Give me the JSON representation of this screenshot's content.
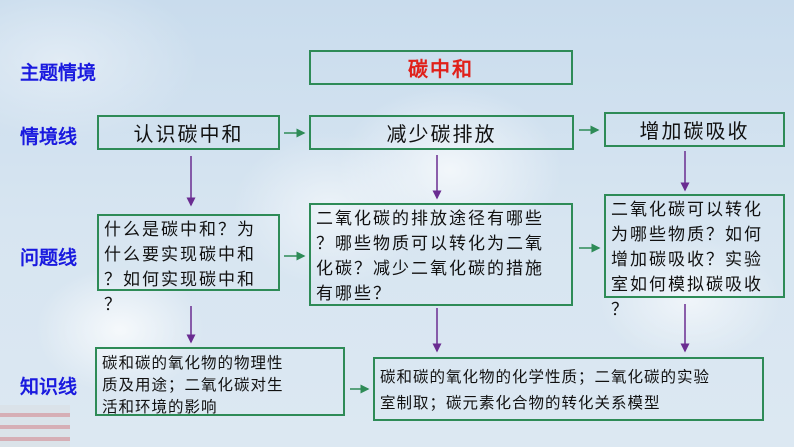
{
  "row_labels": {
    "theme": "主题情境",
    "situation": "情境线",
    "question": "问题线",
    "knowledge": "知识线"
  },
  "theme_box": {
    "text": "碳中和",
    "color": "#e0201a"
  },
  "situation": [
    "认识碳中和",
    "减少碳排放",
    "增加碳吸收"
  ],
  "questions": [
    {
      "lines": [
        "什么是碳中和？为",
        "什么要实现碳中和",
        "？如何实现碳中和",
        "？"
      ]
    },
    {
      "lines": [
        "二氧化碳的排放途径有哪些",
        "？哪些物质可以转化为二氧",
        "化碳？减少二氧化碳的措施",
        "有哪些？"
      ]
    },
    {
      "lines": [
        "二氧化碳可以转化",
        "为哪些物质？如何",
        "增加碳吸收？实验",
        "室如何模拟碳吸收",
        "？"
      ]
    }
  ],
  "knowledge": [
    {
      "lines": [
        "碳和碳的氧化物的物理性",
        "质及用途；二氧化碳对生",
        "活和环境的影响"
      ]
    },
    {
      "lines": [
        "碳和碳的氧化物的化学性质；二氧化碳的实验",
        "室制取；碳元素化合物的转化关系模型"
      ]
    }
  ],
  "colors": {
    "label": "#1a1adf",
    "box_border": "#2e8b57",
    "h_arrow": "#2e8b57",
    "v_arrow": "#6a2c91"
  }
}
